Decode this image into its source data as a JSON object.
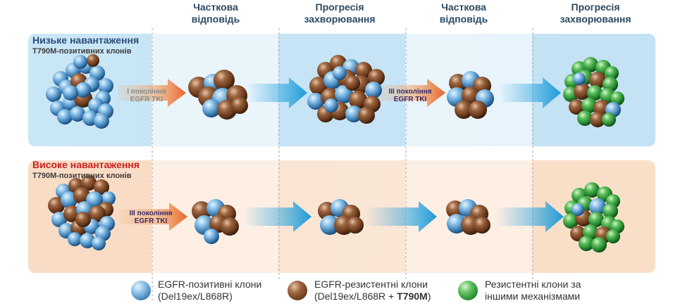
{
  "headers": {
    "col1": [
      "Часткова",
      "відповідь"
    ],
    "col2": [
      "Прогресія",
      "захворювання"
    ],
    "col3": [
      "Часткова",
      "відповідь"
    ],
    "col4": [
      "Прогресія",
      "захворювання"
    ]
  },
  "rows": {
    "low": {
      "title": "Низьке навантаження",
      "subtitle": "T790M-позитивних клонів",
      "title_color": "#2a4d7a",
      "bg_color": "#d6ecf8",
      "arrow1": [
        "I покоління",
        "EGFR TKI"
      ],
      "arrow1_color": "#8a8a8a",
      "arrow2": [
        "III покоління",
        "EGFR TKI"
      ],
      "arrow2_color": "#3a2a6a"
    },
    "high": {
      "title": "Високе навантаження",
      "subtitle": "T790M-позитивних клонів",
      "title_color": "#c8201e",
      "bg_color": "#fbe5d2",
      "arrow1": [
        "III покоління",
        "EGFR TKI"
      ],
      "arrow1_color": "#3a2a6a"
    }
  },
  "legend": {
    "blue": {
      "line1": "EGFR-позитивні клони",
      "line2": "(Del19ex/L868R)"
    },
    "brown": {
      "line1": "EGFR-резистентні клони",
      "line2_pre": "(Del19ex/L868R + ",
      "line2_bold": "T790M",
      "line2_post": ")"
    },
    "green": {
      "line1": "Резистентні клони за",
      "line2": "іншими механізмами"
    }
  },
  "colors": {
    "blue_cell": "#4a8fc4",
    "brown_cell": "#7a4a2a",
    "green_cell": "#2e9a3e",
    "orange_arrow": "#e8732a",
    "cyan_arrow": "#35a8e0"
  }
}
